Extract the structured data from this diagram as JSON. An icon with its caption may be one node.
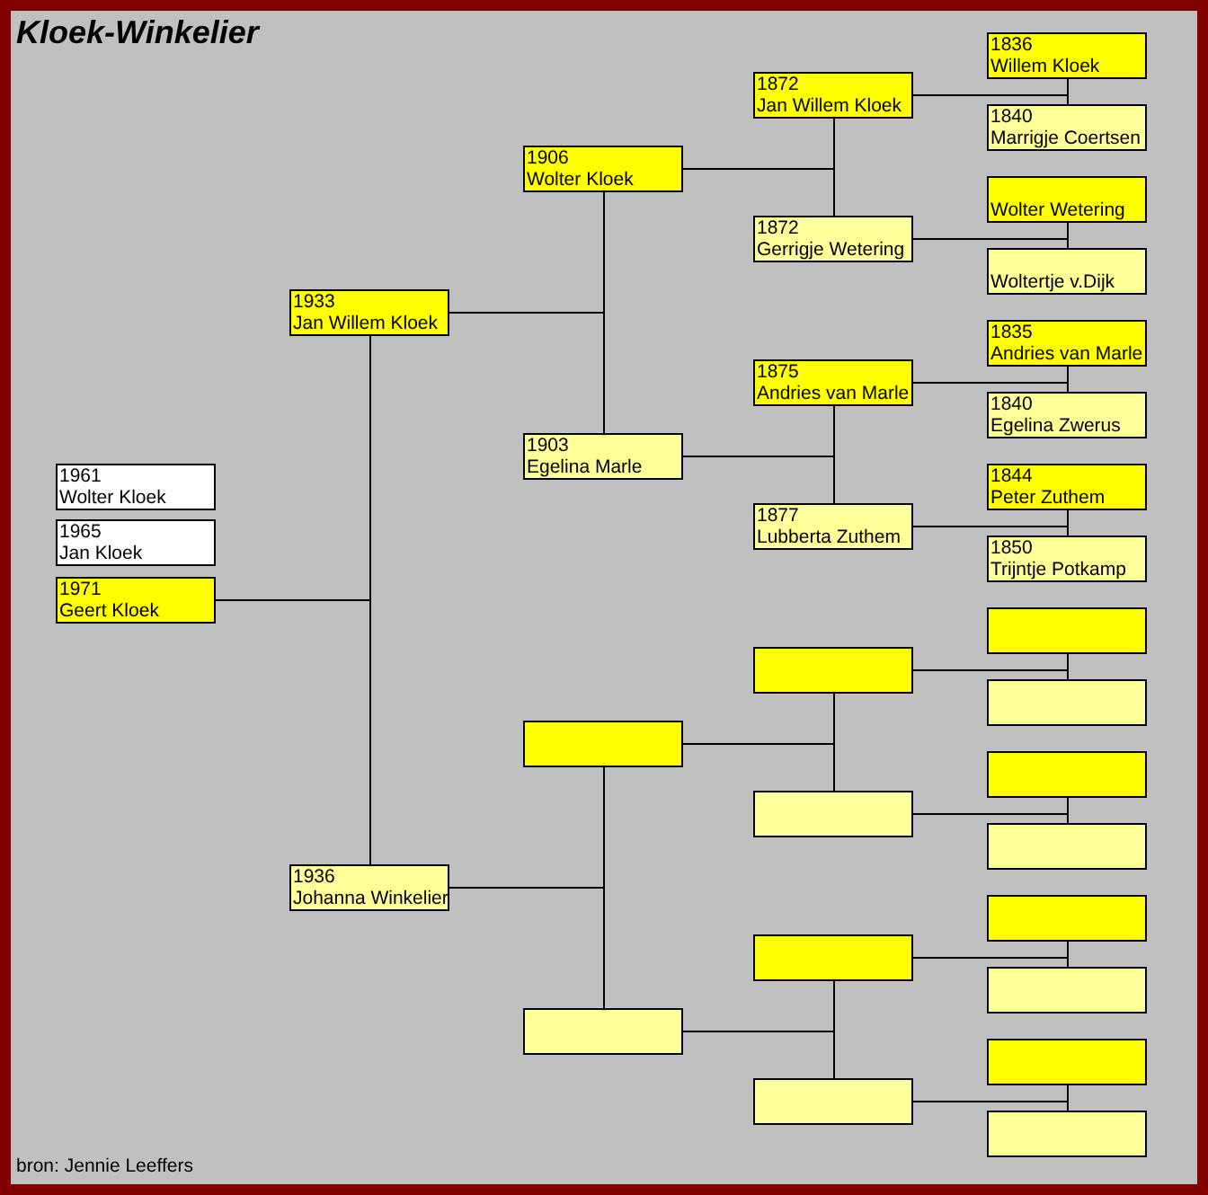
{
  "diagram": {
    "title": "Kloek-Winkelier",
    "nodes": [
      {
        "text": [
          "1961",
          "Wolter Kloek"
        ]
      },
      {
        "text": [
          "1965",
          "Jan Kloek"
        ]
      },
      {
        "text": [
          "1971",
          "Geert Kloek"
        ]
      },
      {
        "text": [
          "1933",
          "Jan Willem Kloek"
        ]
      },
      {
        "text": [
          "1936",
          "Johanna Winkelier"
        ]
      },
      {
        "text": [
          "1906",
          "Wolter Kloek"
        ]
      },
      {
        "text": [
          "1903",
          "Egelina Marle"
        ]
      },
      {
        "text": [],
        "shape": "box"
      },
      {
        "text": [],
        "shape": "box"
      },
      {
        "text": [
          "1872",
          "Jan Willem Kloek"
        ]
      },
      {
        "text": [
          "1872",
          "Gerrigje Wetering"
        ]
      },
      {
        "text": [
          "1875",
          "Andries van Marle"
        ]
      },
      {
        "text": [
          "1877",
          "Lubberta Zuthem"
        ]
      },
      {
        "text": [],
        "shape": "box"
      },
      {
        "text": [],
        "shape": "box"
      },
      {
        "text": [],
        "shape": "box"
      },
      {
        "text": [],
        "shape": "box"
      },
      {
        "text": [
          "1836",
          "Willem Kloek"
        ]
      },
      {
        "text": [
          "1840",
          "Marrigje Coertsen"
        ]
      },
      {
        "text": [
          "Wolter Wetering"
        ]
      },
      {
        "text": [
          "Woltertje v.Dijk"
        ]
      },
      {
        "text": [
          "1835",
          "Andries van Marle"
        ]
      },
      {
        "text": [
          "1840",
          "Egelina Zwerus"
        ]
      },
      {
        "text": [
          "1844",
          "Peter Zuthem"
        ]
      },
      {
        "text": [
          "1850",
          "Trijntje Potkamp"
        ]
      },
      {
        "text": [],
        "shape": "box"
      },
      {
        "text": [],
        "shape": "box"
      },
      {
        "text": [],
        "shape": "box"
      },
      {
        "text": [],
        "shape": "box"
      },
      {
        "text": [],
        "shape": "box"
      },
      {
        "text": [],
        "shape": "box"
      },
      {
        "text": [],
        "shape": "box"
      },
      {
        "text": [],
        "shape": "box"
      }
    ],
    "edges": [
      {
        "from": 2,
        "to": 3,
        "arrow": "none"
      },
      {
        "from": 2,
        "to": 4,
        "arrow": "none"
      },
      {
        "from": 3,
        "to": 5,
        "arrow": "none"
      },
      {
        "from": 3,
        "to": 6,
        "arrow": "none"
      },
      {
        "from": 4,
        "to": 7,
        "arrow": "none"
      },
      {
        "from": 4,
        "to": 8,
        "arrow": "none"
      },
      {
        "from": 5,
        "to": 9,
        "arrow": "none"
      },
      {
        "from": 5,
        "to": 10,
        "arrow": "none"
      },
      {
        "from": 6,
        "to": 11,
        "arrow": "none"
      },
      {
        "from": 6,
        "to": 12,
        "arrow": "none"
      },
      {
        "from": 7,
        "to": 13,
        "arrow": "none"
      },
      {
        "from": 7,
        "to": 14,
        "arrow": "none"
      },
      {
        "from": 8,
        "to": 15,
        "arrow": "none"
      },
      {
        "from": 8,
        "to": 16,
        "arrow": "none"
      },
      {
        "from": 9,
        "to": 17,
        "arrow": "none"
      },
      {
        "from": 9,
        "to": 18,
        "arrow": "none"
      },
      {
        "from": 10,
        "to": 19,
        "arrow": "none"
      },
      {
        "from": 10,
        "to": 20,
        "arrow": "none"
      },
      {
        "from": 11,
        "to": 21,
        "arrow": "none"
      },
      {
        "from": 11,
        "to": 22,
        "arrow": "none"
      },
      {
        "from": 12,
        "to": 23,
        "arrow": "none"
      },
      {
        "from": 12,
        "to": 24,
        "arrow": "none"
      },
      {
        "from": 13,
        "to": 25,
        "arrow": "none"
      },
      {
        "from": 13,
        "to": 26,
        "arrow": "none"
      },
      {
        "from": 14,
        "to": 27,
        "arrow": "none"
      },
      {
        "from": 14,
        "to": 28,
        "arrow": "none"
      },
      {
        "from": 15,
        "to": 29,
        "arrow": "none"
      },
      {
        "from": 15,
        "to": 30,
        "arrow": "none"
      },
      {
        "from": 16,
        "to": 31,
        "arrow": "none"
      },
      {
        "from": 16,
        "to": 32,
        "arrow": "none"
      }
    ],
    "labels": [
      "bron: Jennie Leeffers"
    ]
  }
}
